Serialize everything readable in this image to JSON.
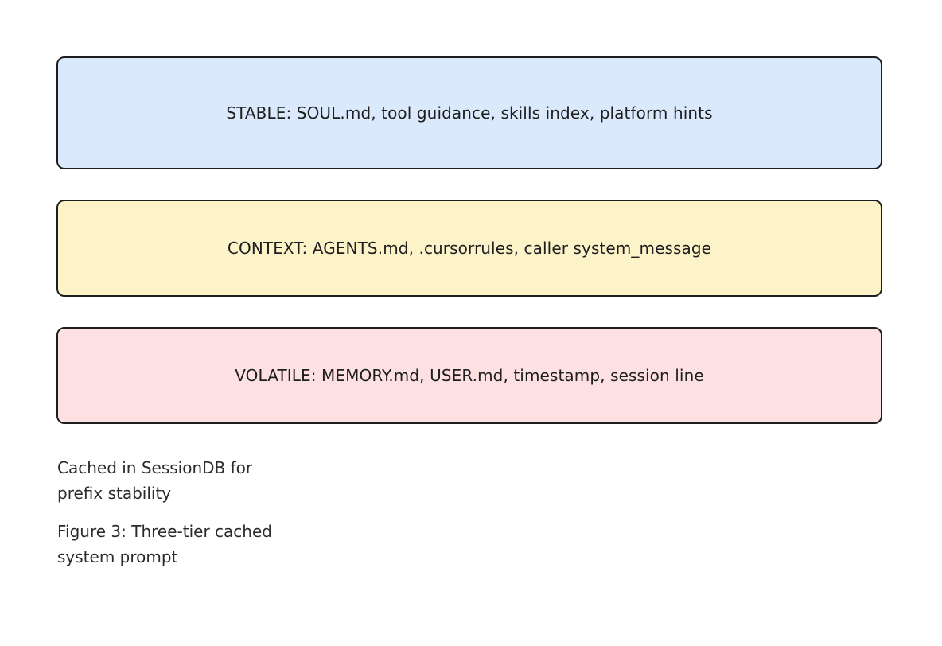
{
  "tiers": [
    {
      "label": "STABLE: SOUL.md, tool guidance, skills index, platform hints",
      "fill": "#dbe9fd"
    },
    {
      "label": "CONTEXT: AGENTS.md, .cursorrules, caller system_message",
      "fill": "#fdf3c8"
    },
    {
      "label": "VOLATILE: MEMORY.md, USER.md, timestamp, session line",
      "fill": "#fde0e2"
    }
  ],
  "stroke_color": "#1e1e1e",
  "note": "Cached in SessionDB for prefix stability",
  "caption": "Figure 3: Three-tier cached system prompt"
}
